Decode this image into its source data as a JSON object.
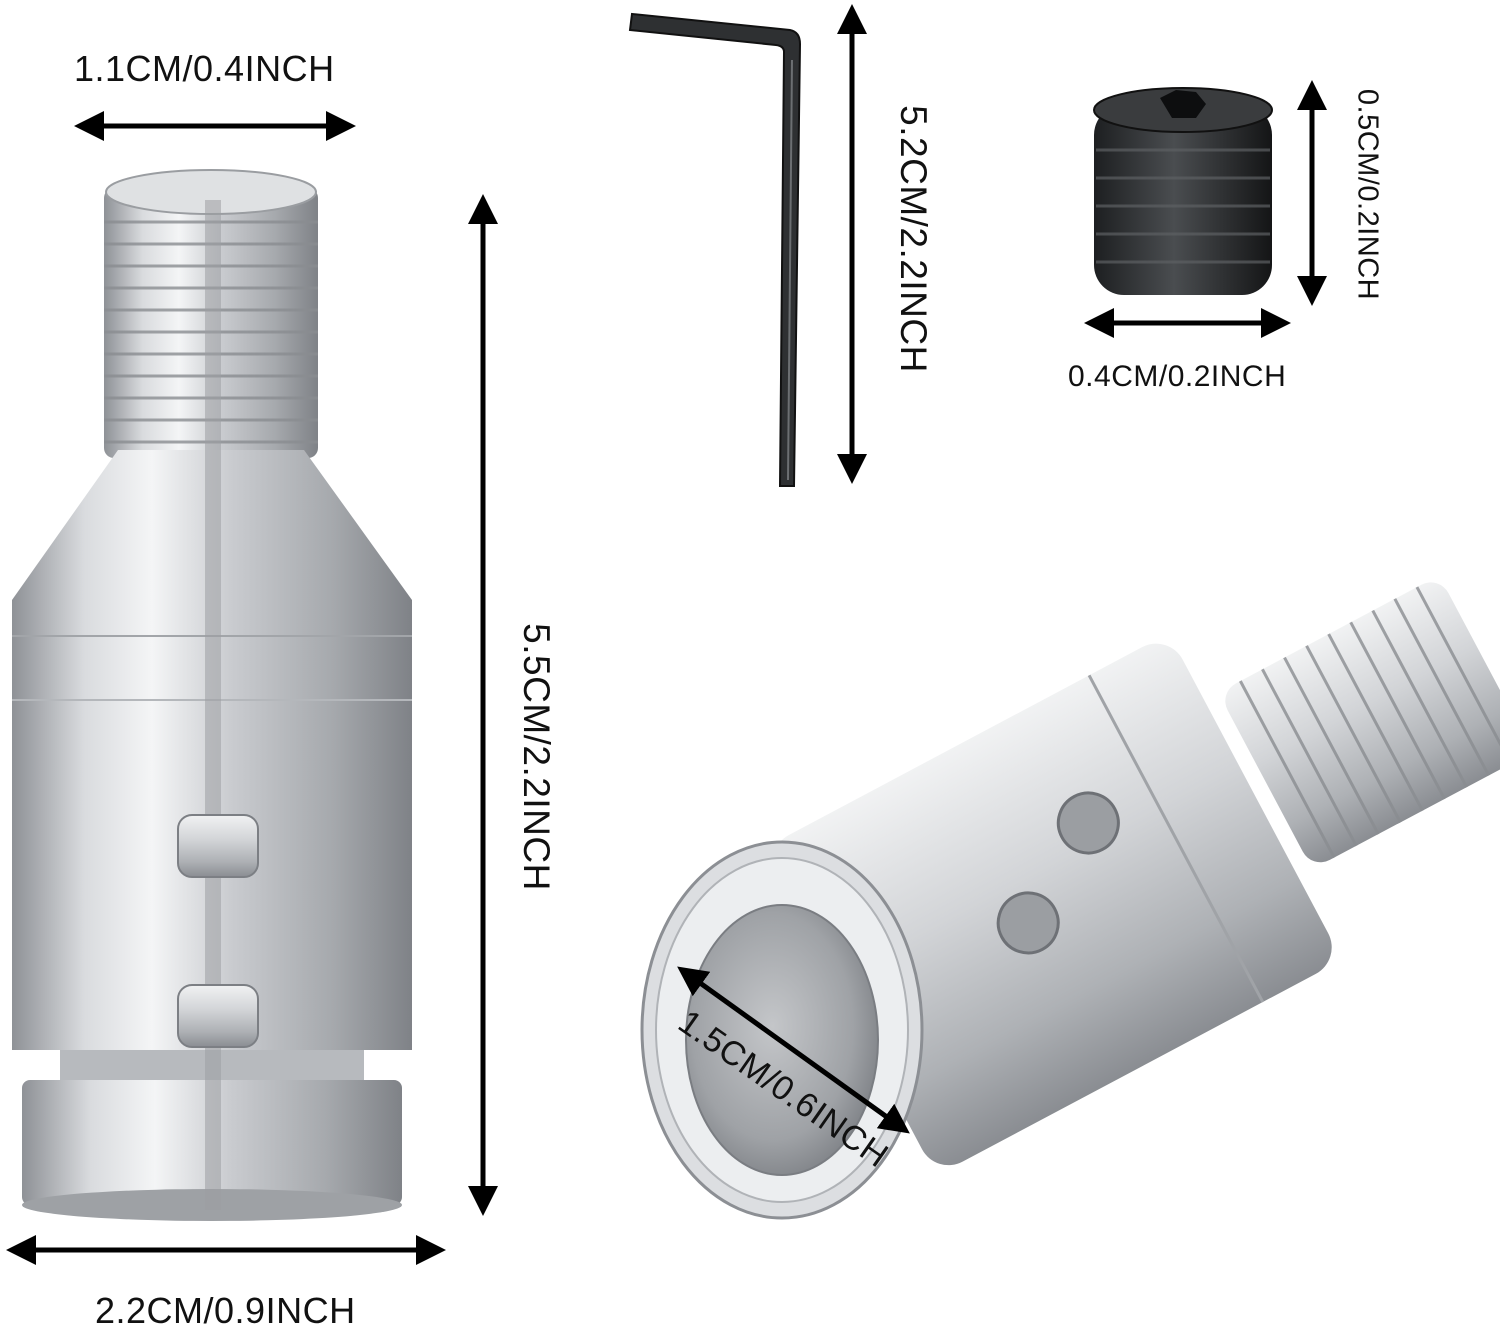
{
  "dimensions": {
    "adapter_top_width": "1.1CM/0.4INCH",
    "adapter_base_width": "2.2CM/0.9INCH",
    "adapter_height": "5.5CM/2.2INCH",
    "wrench_length": "5.2CM/2.2INCH",
    "screw_height": "0.5CM/0.2INCH",
    "screw_width": "0.4CM/0.2INCH",
    "bore_diameter": "1.5CM/0.6INCH"
  },
  "colors": {
    "aluminum_light": "#e9eaec",
    "aluminum_mid": "#c4c6ca",
    "aluminum_dark": "#8d9096",
    "screw": "#2a2c2e",
    "arrow": "#000000"
  }
}
